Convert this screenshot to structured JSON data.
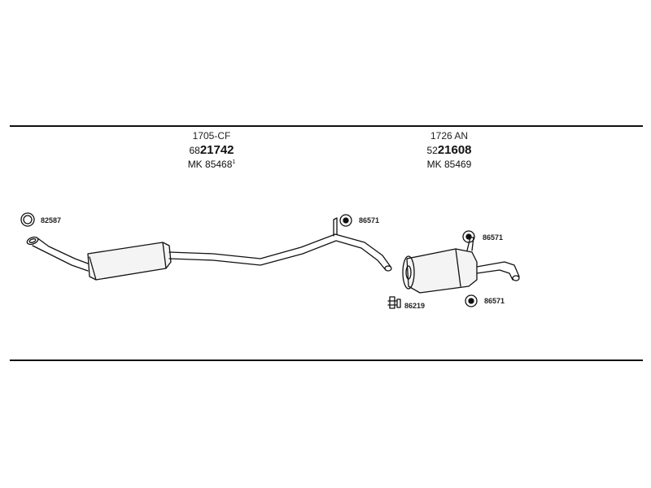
{
  "section1": {
    "code": "1705-CF",
    "part_prefix": "68",
    "part_number": "21742",
    "mk_label": "MK",
    "mk_number": "85468",
    "mk_note": "1"
  },
  "section2": {
    "code": "1726 AN",
    "part_prefix": "52",
    "part_number": "21608",
    "mk_label": "MK",
    "mk_number": "85469"
  },
  "refs": {
    "gasket": "82587",
    "hanger_1": "86571",
    "hanger_2": "86571",
    "hanger_3": "86571",
    "clamp": "86219"
  }
}
